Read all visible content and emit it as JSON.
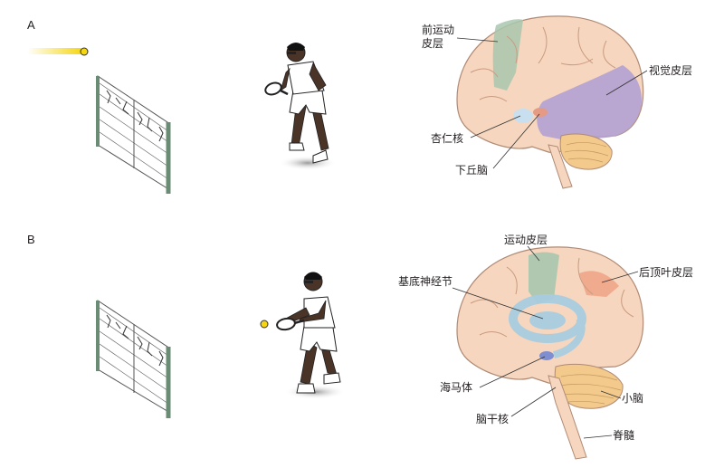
{
  "panel_a": {
    "letter": "A",
    "labels": {
      "premotor_line1": "前运动",
      "premotor_line2": "皮层",
      "visual_cortex": "视觉皮层",
      "amygdala": "杏仁核",
      "hypothalamus": "下丘脑"
    }
  },
  "panel_b": {
    "letter": "B",
    "labels": {
      "motor_cortex": "运动皮层",
      "basal_ganglia": "基底神经节",
      "posterior_parietal": "后顶叶皮层",
      "hippocampus": "海马体",
      "cerebellum": "小脑",
      "brainstem_nuclei": "脑干核",
      "spinal_cord": "脊髓"
    }
  },
  "colors": {
    "brain": "#f6d6be",
    "brain_edge": "#b08a74",
    "premotor": "#a9c7ae",
    "visual": "#b3a1d3",
    "amygdala": "#c8dff0",
    "hypothalamus": "#e59a84",
    "basal_ganglia": "#a8cde0",
    "parietal": "#f0a587",
    "cerebellum": "#f3c98c",
    "ball": "#f5d60f"
  }
}
